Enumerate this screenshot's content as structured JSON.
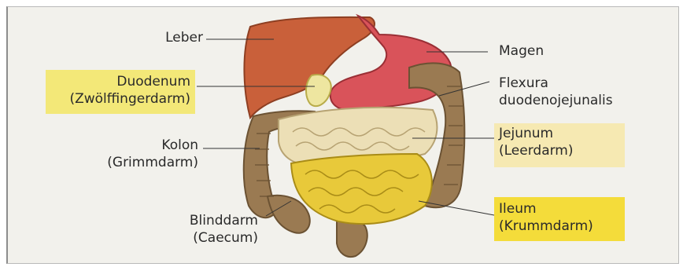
{
  "labels": {
    "leber": "Leber",
    "duodenum_1": "Duodenum",
    "duodenum_2": "(Zwölffingerdarm)",
    "kolon_1": "Kolon",
    "kolon_2": "(Grimmdarm)",
    "blinddarm_1": "Blinddarm",
    "blinddarm_2": "(Caecum)",
    "magen": "Magen",
    "flexura_1": "Flexura",
    "flexura_2": "duodenojejunalis",
    "jejunum_1": "Jejunum",
    "jejunum_2": "(Leerdarm)",
    "ileum_1": "Ileum",
    "ileum_2": "(Krummdarm)"
  },
  "colors": {
    "liver": "#c9603a",
    "stomach": "#d9535a",
    "colon": "#9a7a52",
    "jejunum": "#ecdfb6",
    "ileum": "#e8c93a",
    "duodenum": "#eee6a0",
    "highlight": "#f3e878"
  }
}
